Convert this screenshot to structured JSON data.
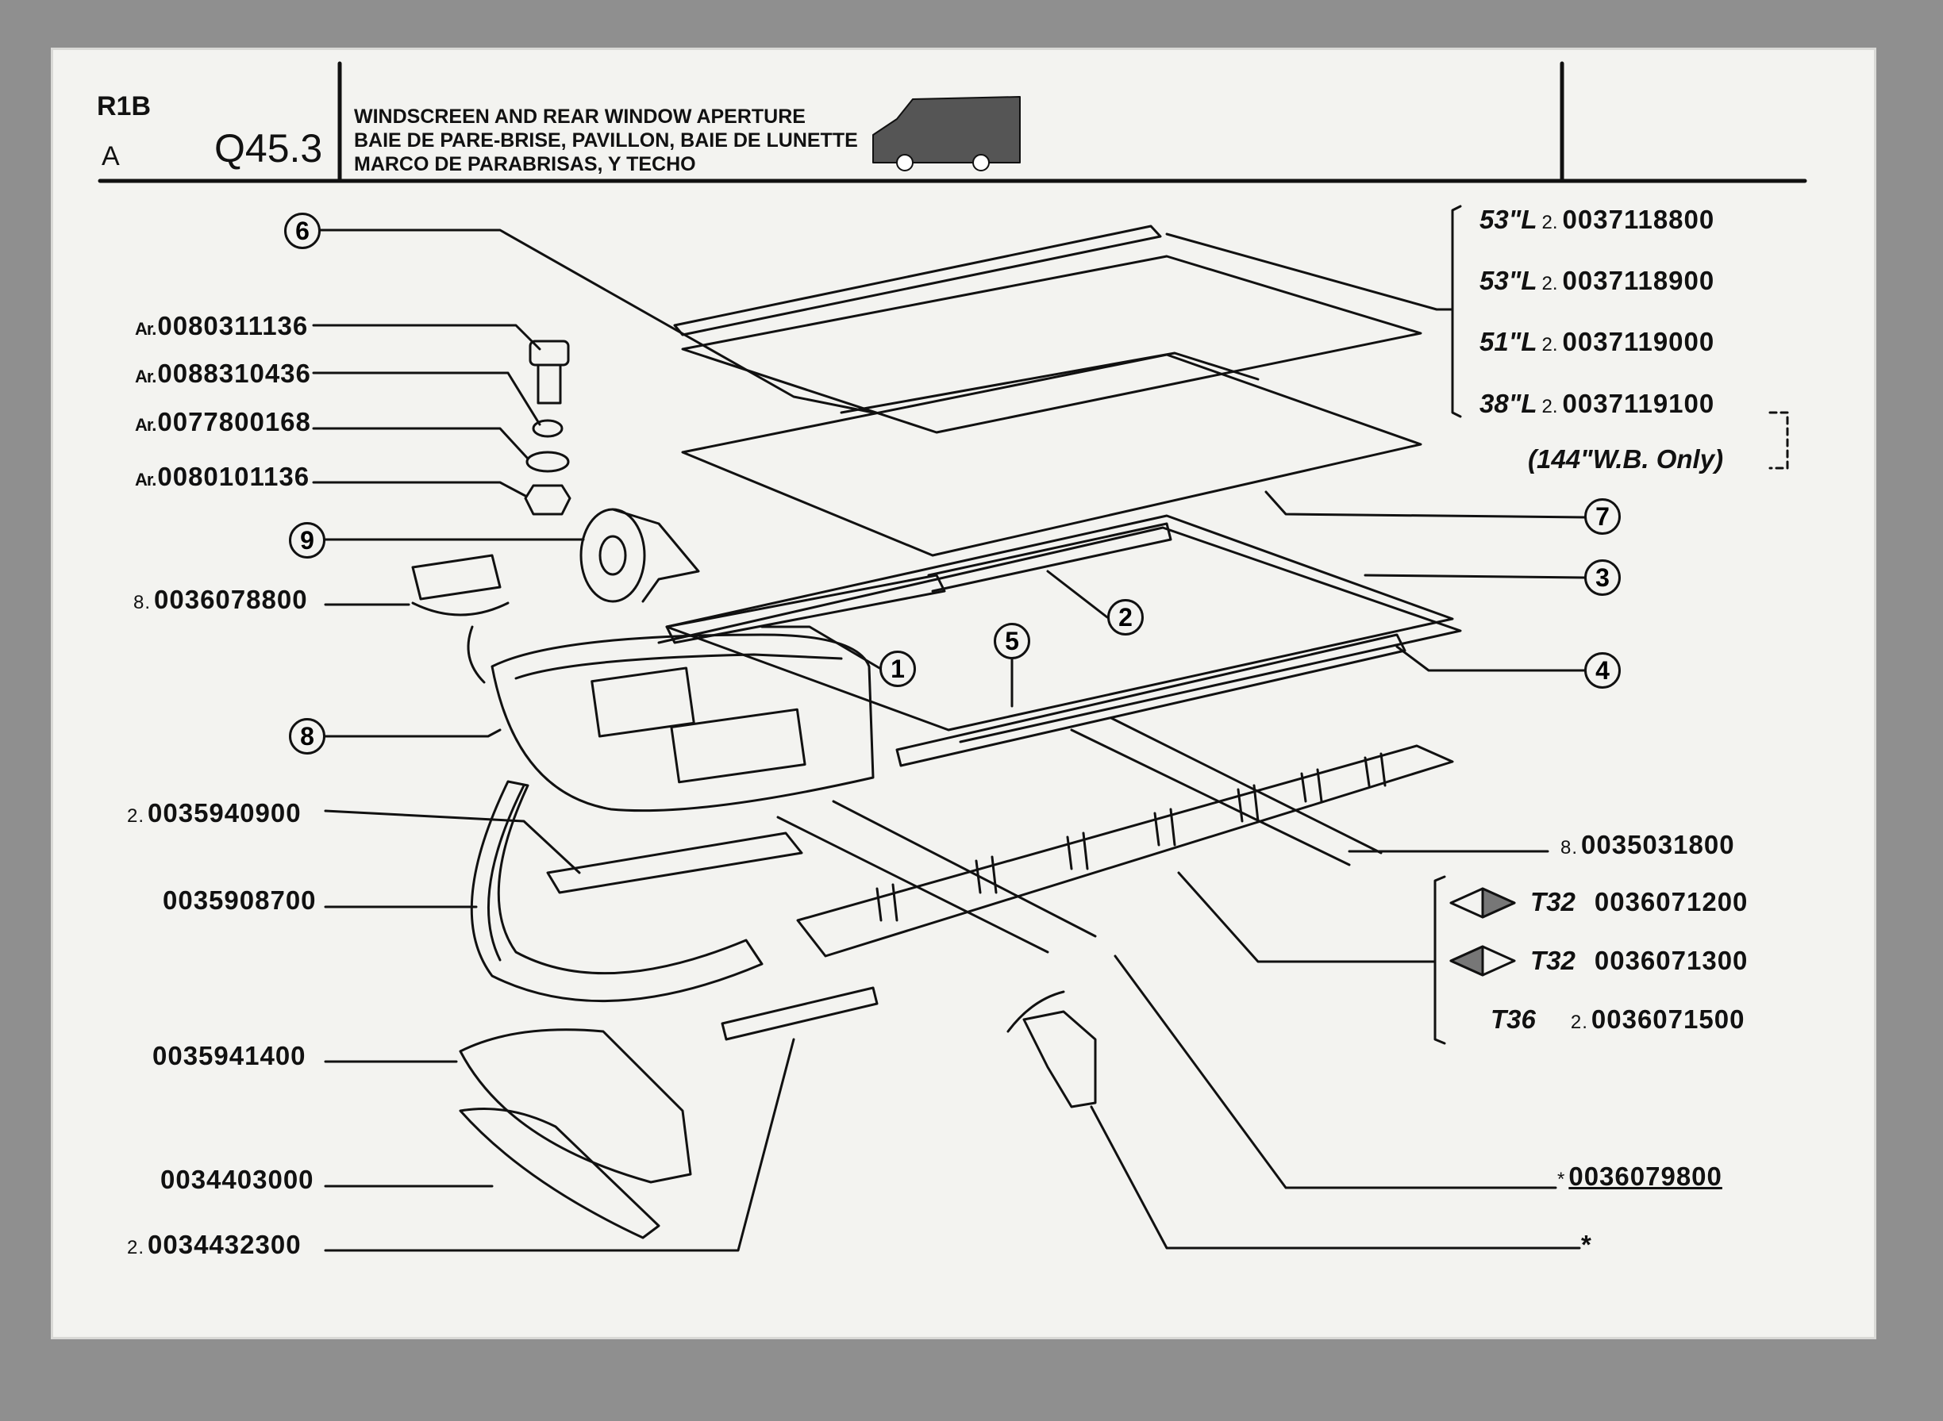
{
  "header": {
    "code_top": "R1B",
    "code_bottom": "A",
    "page_ref": "Q45.3",
    "title_en": "WINDSCREEN AND REAR WINDOW APERTURE",
    "title_fr": "BAIE DE PARE-BRISE, PAVILLON, BAIE DE LUNETTE",
    "title_es": "MARCO DE PARABRISAS, Y TECHO"
  },
  "callouts": [
    "1",
    "2",
    "3",
    "4",
    "5",
    "6",
    "7",
    "8",
    "9"
  ],
  "left_parts": {
    "bolt": {
      "prefix": "Ar.",
      "number": "0080311136"
    },
    "lockwasher": {
      "prefix": "Ar.",
      "number": "0088310436"
    },
    "washer": {
      "prefix": "Ar.",
      "number": "0077800168"
    },
    "nut": {
      "prefix": "Ar.",
      "number": "0080101136"
    },
    "clip": {
      "qty": "8.",
      "number": "0036078800"
    },
    "rail": {
      "qty": "2.",
      "number": "0035940900"
    },
    "arch": {
      "number": "0035908700"
    },
    "bracket": {
      "number": "0035941400"
    },
    "plate": {
      "number": "0034403000"
    },
    "strip": {
      "qty": "2.",
      "number": "0034432300"
    }
  },
  "roof_panels": [
    {
      "size": "53\"L",
      "qty": "2.",
      "number": "0037118800"
    },
    {
      "size": "53\"L",
      "qty": "2.",
      "number": "0037118900"
    },
    {
      "size": "51\"L",
      "qty": "2.",
      "number": "0037119000"
    },
    {
      "size": "38\"L",
      "qty": "2.",
      "number": "0037119100"
    }
  ],
  "wb_note": "(144\"W.B. Only)",
  "right_parts": {
    "crossmember": {
      "qty": "8.",
      "number": "0035031800"
    },
    "t32a": {
      "code": "T32",
      "number": "0036071200"
    },
    "t32b": {
      "code": "T32",
      "number": "0036071300"
    },
    "t36": {
      "code": "T36",
      "qty": "2.",
      "number": "0036071500"
    },
    "starred": {
      "star": "*",
      "number": "0036079800"
    },
    "star_only": "*"
  }
}
